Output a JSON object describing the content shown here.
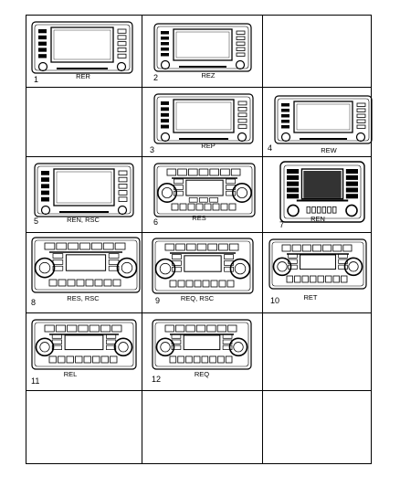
{
  "figure": {
    "colors": {
      "line": "#000000",
      "background": "#ffffff"
    },
    "cells": [
      {
        "number": "1",
        "code": "RER",
        "type": "touchscreen"
      },
      {
        "number": "2",
        "code": "REZ",
        "type": "touchscreen"
      },
      {
        "number": "",
        "code": "",
        "type": "empty"
      },
      {
        "number": "",
        "code": "",
        "type": "empty"
      },
      {
        "number": "3",
        "code": "REP",
        "type": "touchscreen"
      },
      {
        "number": "4",
        "code": "REW",
        "type": "touchscreen"
      },
      {
        "number": "5",
        "code": "REN, RSC",
        "type": "touchscreen"
      },
      {
        "number": "6",
        "code": "RES",
        "type": "radio-dual-knob"
      },
      {
        "number": "7",
        "code": "REN",
        "type": "navigation-radio"
      },
      {
        "number": "8",
        "code": "RES, RSC",
        "type": "radio-cd"
      },
      {
        "number": "9",
        "code": "REQ, RSC",
        "type": "radio-cd"
      },
      {
        "number": "10",
        "code": "RET",
        "type": "radio-cd"
      },
      {
        "number": "11",
        "code": "REL",
        "type": "radio-cd"
      },
      {
        "number": "12",
        "code": "REQ",
        "type": "radio-cd"
      },
      {
        "number": "",
        "code": "",
        "type": "empty"
      },
      {
        "number": "",
        "code": "",
        "type": "empty"
      },
      {
        "number": "",
        "code": "",
        "type": "empty"
      },
      {
        "number": "",
        "code": "",
        "type": "empty"
      }
    ]
  }
}
